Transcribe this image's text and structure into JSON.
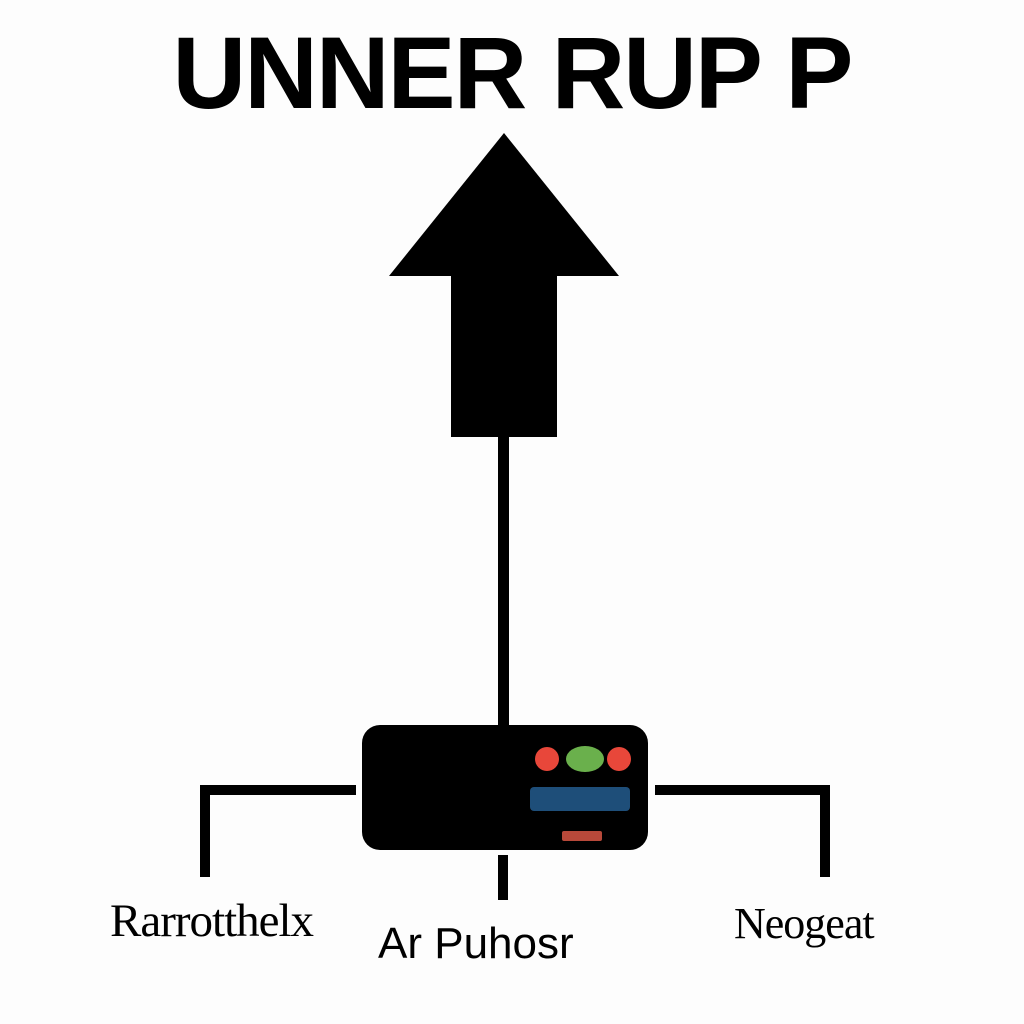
{
  "diagram": {
    "title": "UNNER RUP P",
    "labels": {
      "left": "Rarrotthelx",
      "center": "Ar Puhosr",
      "right": "Neogeat"
    },
    "device": {
      "indicator_colors": {
        "red": "#e8473a",
        "green": "#6ab04c",
        "blue_text": "#1e4e79"
      }
    },
    "colors": {
      "ink": "#000000",
      "background": "#fdfdfd"
    }
  }
}
